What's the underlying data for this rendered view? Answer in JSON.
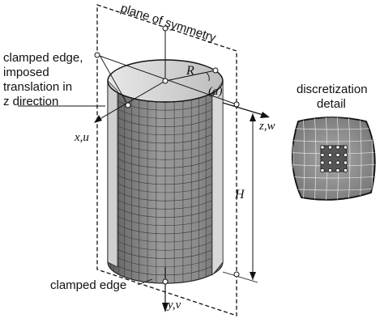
{
  "labels": {
    "plane": "plane of symmetry",
    "clamped_top": [
      "clamped edge,",
      "imposed",
      "translation in",
      "z direction"
    ],
    "clamped_bottom": "clamped edge",
    "discretization": [
      "discretization",
      "detail"
    ]
  },
  "symbols": {
    "radius": "R",
    "height": "H",
    "angle": "(a)",
    "x_axis": "x,u",
    "y_axis": "y,v",
    "z_axis": "z,w"
  },
  "colors": {
    "shell_dark": "#6a6a6a",
    "shell_mid": "#8c8c8c",
    "shell_light": "#d0d0d0",
    "mesh_line": "#3a3a3a",
    "ink": "#111111"
  }
}
